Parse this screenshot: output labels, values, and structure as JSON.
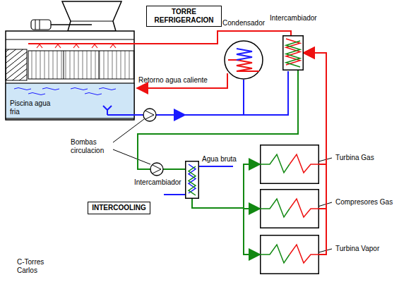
{
  "diagram": {
    "nodes": [
      {
        "text": [
          "TORRE REFRIGERACION"
        ]
      },
      {
        "text": [
          "Condensador"
        ]
      },
      {
        "text": [
          "Intercambiador"
        ]
      },
      {
        "text": [
          "Intercambiador"
        ]
      },
      {
        "text": [
          "INTERCOOLING"
        ]
      },
      {
        "text": [
          "Turbina Gas"
        ]
      },
      {
        "text": [
          "Compresores Gas"
        ]
      },
      {
        "text": [
          "Turbina Vapor"
        ]
      }
    ],
    "edges": [
      {
        "from": 2,
        "to": 3,
        "arrow": "none"
      },
      {
        "from": 3,
        "to": 5,
        "arrow": "to"
      },
      {
        "from": 3,
        "to": 6,
        "arrow": "to"
      },
      {
        "from": 3,
        "to": 7,
        "arrow": "to"
      },
      {
        "from": 5,
        "to": 2,
        "arrow": "to"
      },
      {
        "from": 6,
        "to": 2,
        "arrow": "to"
      },
      {
        "from": 7,
        "to": 2,
        "arrow": "to"
      }
    ],
    "labels": [
      "Retorno agua caliente",
      "Piscina agua fria",
      "Bombas circulacion",
      "Agua bruta",
      "C-Torres Carlos"
    ]
  }
}
